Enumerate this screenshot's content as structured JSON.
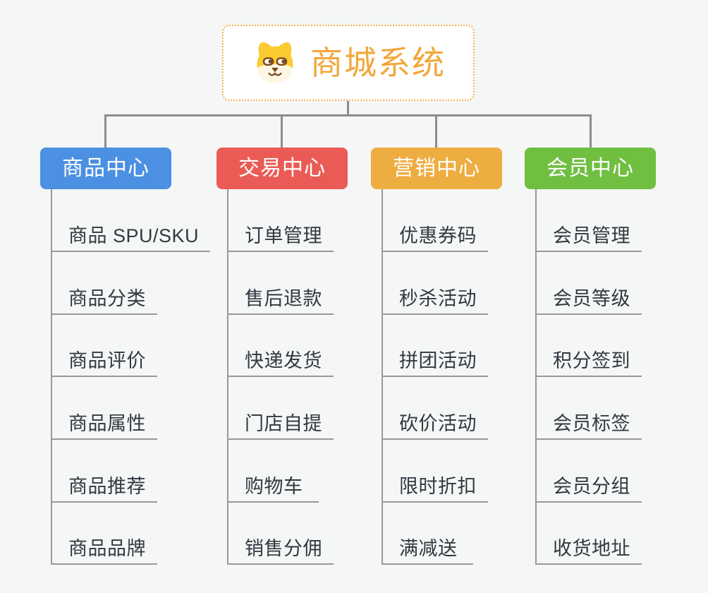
{
  "root": {
    "title": "商城系统",
    "icon": "dog-icon",
    "title_color": "#f1a73b",
    "border_color": "#f6b24e"
  },
  "connector_color": "#8c8c8c",
  "line_color": "#999999",
  "background_color": "#f5f6f6",
  "columns": [
    {
      "label": "商品中心",
      "color": "#4b90e2",
      "items": [
        "商品 SPU/SKU",
        "商品分类",
        "商品评价",
        "商品属性",
        "商品推荐",
        "商品品牌"
      ]
    },
    {
      "label": "交易中心",
      "color": "#eb5b56",
      "items": [
        "订单管理",
        "售后退款",
        "快递发货",
        "门店自提",
        "购物车",
        "销售分佣"
      ]
    },
    {
      "label": "营销中心",
      "color": "#eead40",
      "items": [
        "优惠券码",
        "秒杀活动",
        "拼团活动",
        "砍价活动",
        "限时折扣",
        "满减送"
      ]
    },
    {
      "label": "会员中心",
      "color": "#70bf41",
      "items": [
        "会员管理",
        "会员等级",
        "积分签到",
        "会员标签",
        "会员分组",
        "收货地址"
      ]
    }
  ]
}
